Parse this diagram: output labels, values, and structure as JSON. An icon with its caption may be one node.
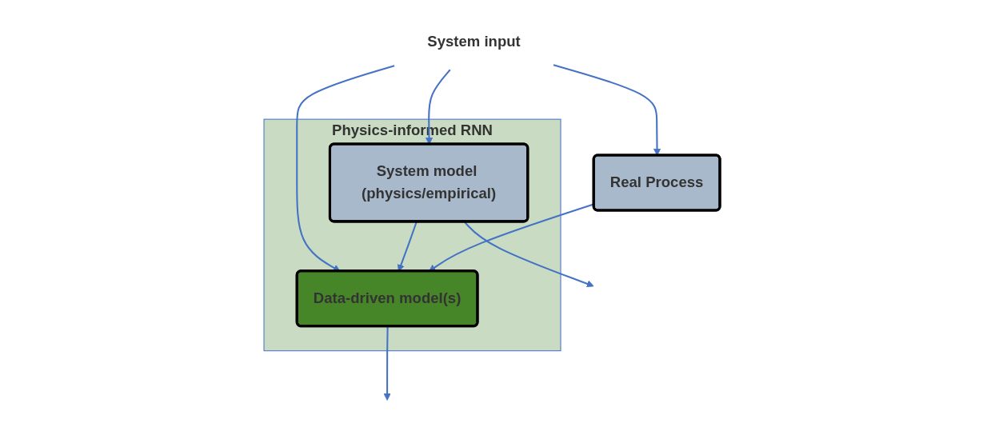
{
  "diagram": {
    "nodes": [
      {
        "text": [
          "System input"
        ]
      },
      {
        "text": [
          "Physics-informed RNN"
        ]
      },
      {
        "text": [
          "System model (physics/empirical)"
        ],
        "in": 1
      },
      {
        "text": [
          "Data-driven model(s)"
        ],
        "in": 1
      },
      {
        "text": [
          "Real Process"
        ]
      }
    ],
    "edges": [
      {
        "from": 0,
        "to": 2,
        "arrow": "to"
      },
      {
        "from": 0,
        "to": 3,
        "arrow": "to"
      },
      {
        "from": 0,
        "to": 4,
        "arrow": "to"
      },
      {
        "from": 2,
        "to": 3,
        "arrow": "to"
      },
      {
        "from": 4,
        "to": 3,
        "arrow": "to"
      },
      {
        "from": 2,
        "to": null,
        "arrow": "to"
      },
      {
        "from": 3,
        "to": null,
        "arrow": "to"
      }
    ]
  }
}
